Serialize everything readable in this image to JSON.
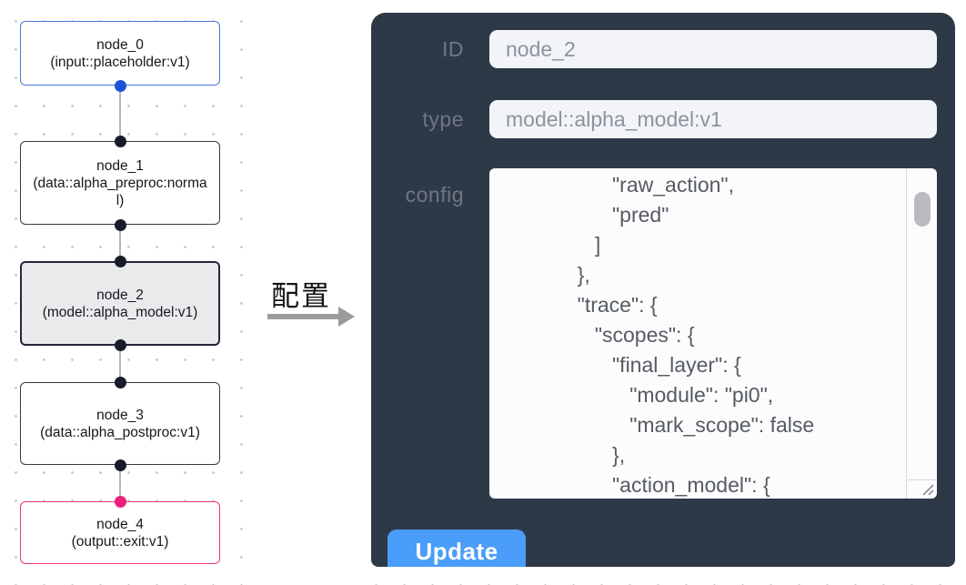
{
  "canvas": {
    "nodes": [
      {
        "title": "node_0",
        "subtitle": "(input::placeholder:v1)",
        "role": "input"
      },
      {
        "title": "node_1",
        "subtitle": "(data::alpha_preproc:normal)",
        "role": "default"
      },
      {
        "title": "node_2",
        "subtitle": "(model::alpha_model:v1)",
        "role": "selected"
      },
      {
        "title": "node_3",
        "subtitle": "(data::alpha_postproc:v1)",
        "role": "default"
      },
      {
        "title": "node_4",
        "subtitle": "(output::exit:v1)",
        "role": "output"
      }
    ]
  },
  "transition": {
    "label": "配置"
  },
  "panel": {
    "fields": [
      {
        "label": "ID",
        "value": "node_2"
      },
      {
        "label": "type",
        "value": "model::alpha_model:v1"
      }
    ],
    "config_label": "config",
    "config_text": "                  \"raw_action\",\n                  \"pred\"\n               ]\n            },\n            \"trace\": {\n               \"scopes\": {\n                  \"final_layer\": {\n                     \"module\": \"pi0\",\n                     \"mark_scope\": false\n                  },\n                  \"action_model\": {",
    "update_label": "Update"
  },
  "colors": {
    "panel_bg": "#2e3948",
    "button_blue": "#4a9df8",
    "node_input_border": "#4a77d4",
    "node_output_border": "#e8387f",
    "port_input": "#1d52d8",
    "port_output": "#ee1e7d",
    "port_default": "#171c28",
    "edge_gray": "#b4b6ba"
  }
}
